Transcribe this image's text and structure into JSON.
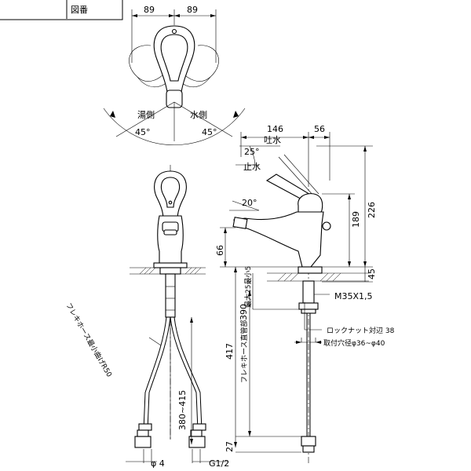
{
  "figure_label": "図番",
  "dimensions": {
    "top_left_half": "89",
    "top_right_half": "89",
    "depth_front": "146",
    "depth_back": "56",
    "height_total": "226",
    "height_spout": "189",
    "height_base": "45",
    "base_left": "66",
    "hose_total": "417",
    "hose_straight": "390",
    "hose_lower": "380~415",
    "hose_bottom": "27",
    "thread_max": "最大25最小5"
  },
  "labels": {
    "hot_side": "湯側",
    "cold_side": "水側",
    "angle_left": "45°",
    "angle_right": "45°",
    "spout_open": "吐水",
    "spout_angle": "25°",
    "spout_stop": "止水",
    "spout_tilt": "20°",
    "thread": "M35X1,5",
    "locknut": "ロックナット対辺 38",
    "mount_hole": "取付穴径φ36~φ40",
    "hose_bend": "フレキホース最小曲げR50",
    "hose_straight_label": "フレキホース直管部",
    "pipe_dia": "φ 4",
    "thread_g": "G1/2"
  }
}
